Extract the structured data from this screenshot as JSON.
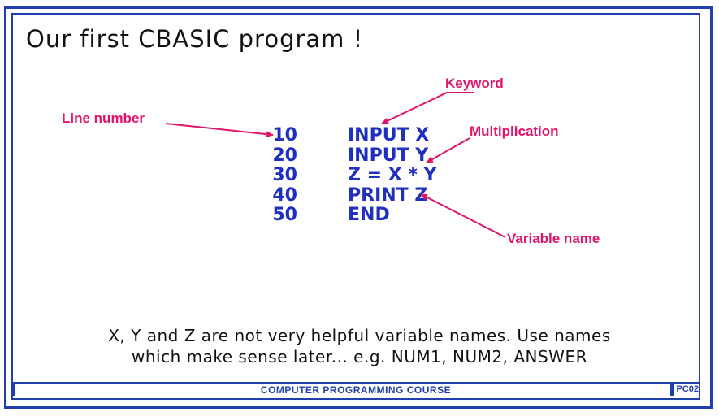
{
  "title": "Our first CBASIC program !",
  "code_lines": [
    {
      "number": "10",
      "statement": "INPUT X"
    },
    {
      "number": "20",
      "statement": "INPUT Y"
    },
    {
      "number": "30",
      "statement": "Z = X * Y"
    },
    {
      "number": "40",
      "statement": "PRINT Z"
    },
    {
      "number": "50",
      "statement": "END"
    }
  ],
  "annotations": {
    "keyword": "Keyword",
    "line_number": "Line number",
    "multiplication": "Multiplication",
    "variable_name": "Variable name"
  },
  "note": {
    "line1": "X, Y and Z are not very helpful variable names.  Use names",
    "line2": "which make sense later... e.g. NUM1, NUM2, ANSWER"
  },
  "footer": {
    "course": "COMPUTER PROGRAMMING COURSE",
    "code": "PC02"
  },
  "colors": {
    "border": "#1f3fae",
    "code": "#1f2fbf",
    "annotation": "#e0156a",
    "text": "#111111"
  }
}
